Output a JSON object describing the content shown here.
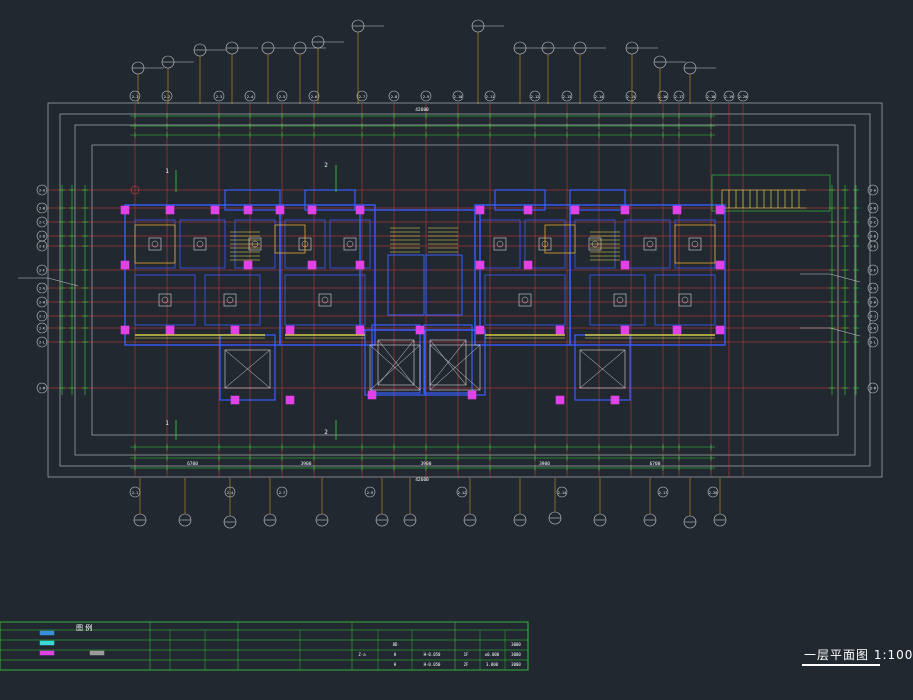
{
  "drawing": {
    "scale_title": "一层平面图 1:100",
    "colors": {
      "background": "#212830",
      "grid_axis": "#e23b3b",
      "dimension": "#37d23b",
      "wall": "#3b5cff",
      "column": "#e042e6",
      "window": "#f2ea4a",
      "text": "#ffffff",
      "outline": "#c6c6c6",
      "leader": "#e8a830",
      "furniture": "#d8d8d8"
    }
  },
  "legend_table": {
    "title": "图 例",
    "rows": [
      "",
      "",
      "",
      ""
    ]
  },
  "schedule_table": {
    "headers": [
      "",
      "",
      "",
      "",
      ""
    ],
    "rows": [
      {
        "col1": "",
        "col2": "8D",
        "col3": "",
        "col4": "",
        "col5": ""
      },
      {
        "col1": "Z-a",
        "col2": "H",
        "col3": "H-0.050",
        "col4": "1F",
        "col5": "±0.000"
      },
      {
        "col1": "",
        "col2": "H",
        "col3": "H-0.050",
        "col4": "2F",
        "col5": "3.000"
      }
    ],
    "values_right": [
      "3000",
      "3000",
      "3000"
    ]
  },
  "dimensions": {
    "overall_top": "42600",
    "overall_bottom": "42600",
    "bottom_segments": [
      "6700",
      "3900",
      "3900",
      "3900",
      "6700"
    ]
  },
  "grid_labels": {
    "top": [
      "2-1",
      "2-2",
      "2-3",
      "2-4",
      "2-5",
      "2-6",
      "2-7",
      "2-8",
      "2-9",
      "2-10",
      "2-11",
      "2-12",
      "2-13",
      "2-14",
      "2-15",
      "2-16",
      "2-17",
      "2-18",
      "2-19",
      "2-20"
    ],
    "bottom": [
      "2-1",
      "2-4",
      "2-7",
      "2-9",
      "2-12",
      "2-14",
      "2-17",
      "2-20"
    ],
    "left": [
      "2-A",
      "2-B",
      "2-C",
      "2-D",
      "2-E",
      "2-F",
      "2-G",
      "2-H",
      "2-J",
      "2-K",
      "2-L",
      "2-M"
    ],
    "right": [
      "2-A",
      "2-B",
      "2-C",
      "2-D",
      "2-E",
      "2-F",
      "2-G",
      "2-H",
      "2-J",
      "2-K",
      "2-L",
      "2-M"
    ]
  },
  "section_marks": {
    "a": "1",
    "b": "2"
  }
}
